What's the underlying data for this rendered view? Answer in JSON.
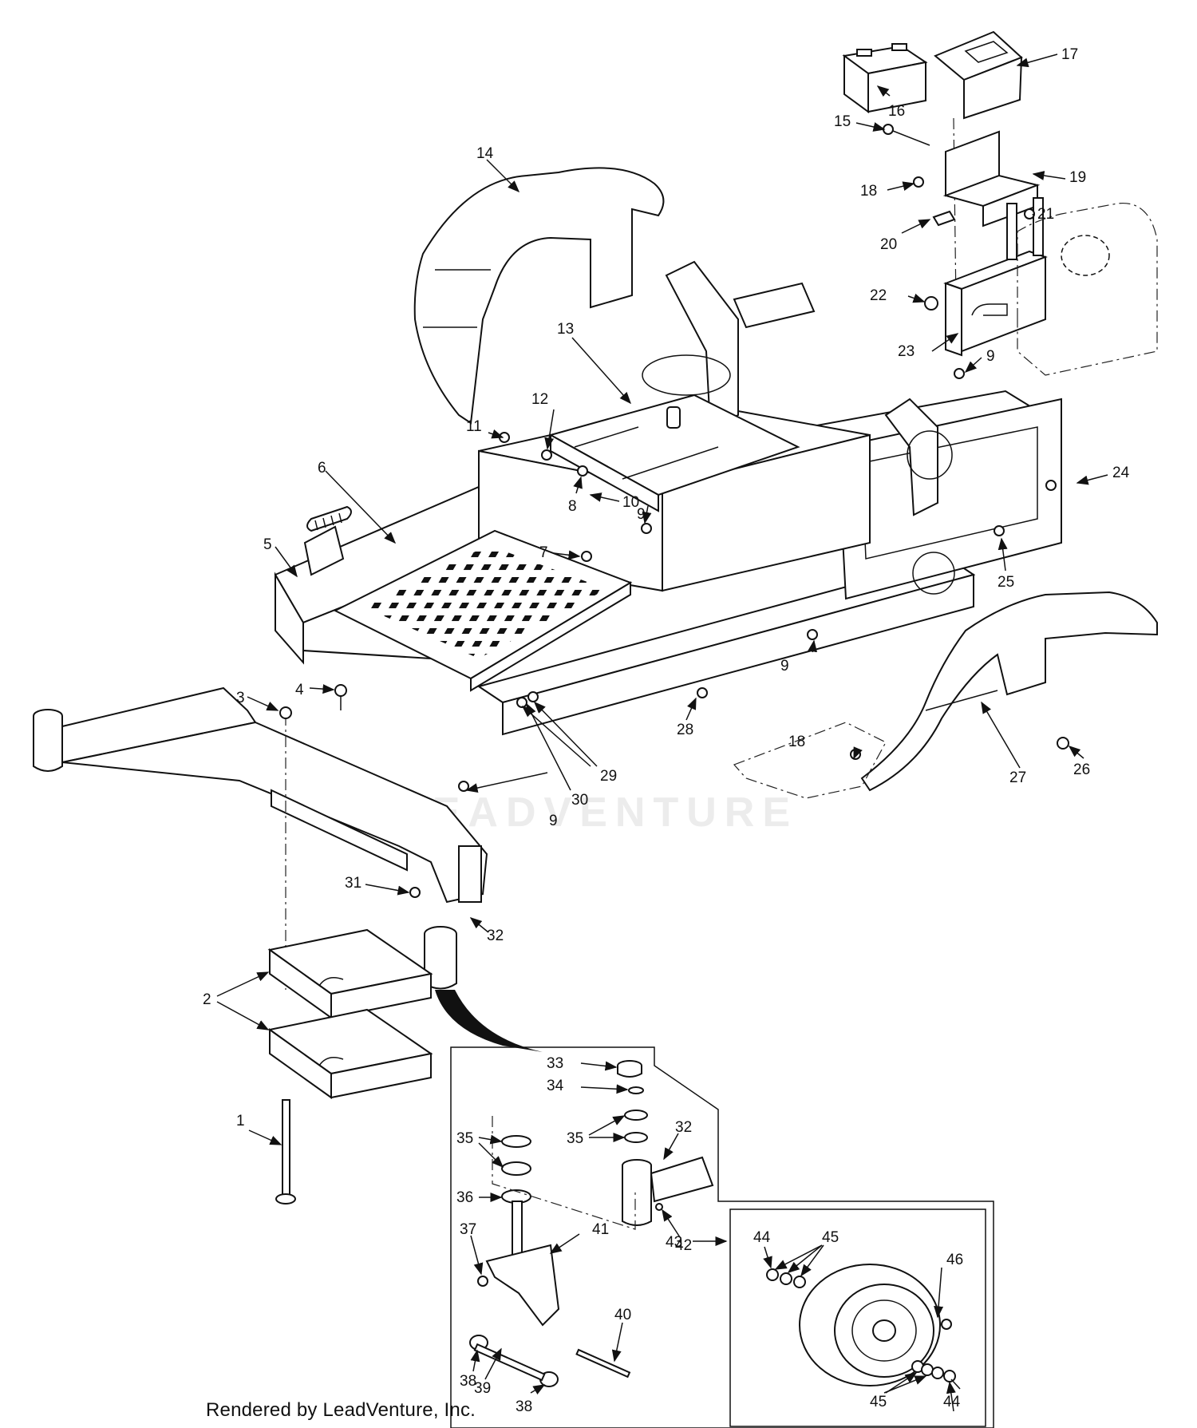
{
  "diagram": {
    "credit": "Rendered by LeadVenture, Inc.",
    "watermark": "LEADVENTURE",
    "callouts": [
      "1",
      "2",
      "3",
      "4",
      "5",
      "6",
      "7",
      "8",
      "9",
      "10",
      "11",
      "12",
      "13",
      "14",
      "15",
      "16",
      "17",
      "18",
      "19",
      "20",
      "21",
      "22",
      "23",
      "24",
      "25",
      "26",
      "27",
      "28",
      "29",
      "30",
      "31",
      "32",
      "33",
      "34",
      "35",
      "36",
      "37",
      "38",
      "39",
      "40",
      "41",
      "42",
      "43",
      "44",
      "45",
      "46"
    ]
  }
}
